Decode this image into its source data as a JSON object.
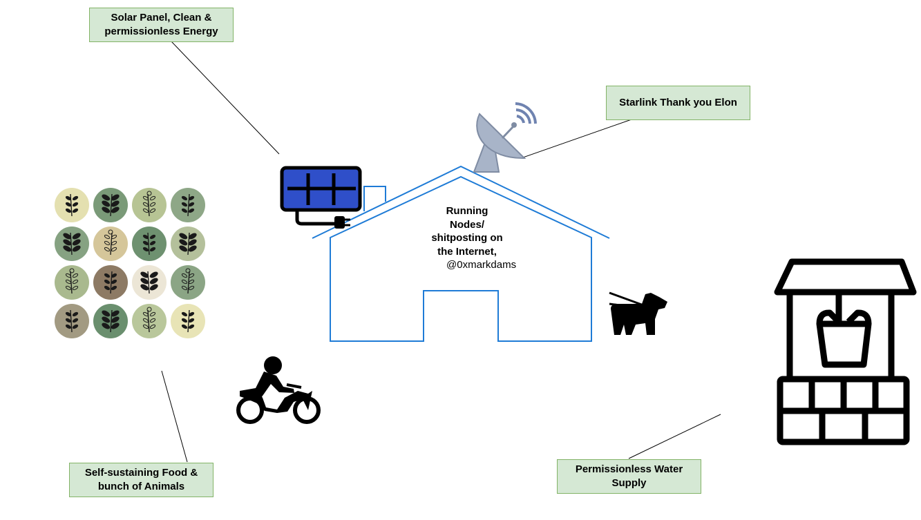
{
  "callouts": {
    "solar": "Solar Panel, Clean & permissionless Energy",
    "starlink": "Starlink Thank you Elon",
    "food": "Self-sustaining Food & bunch of Animals",
    "water": "Permissionless Water Supply"
  },
  "house": {
    "line1": "Running",
    "line2": "Nodes/",
    "line3": "shitposting on",
    "line4": "the Internet,",
    "handle": "@0xmarkdams"
  },
  "colors": {
    "callout_fill": "#d5e8d4",
    "callout_border": "#82b366",
    "house_stroke": "#1e7bd6",
    "solar_panel": "#2f4fc9",
    "dish": "#a8b4c8",
    "dish_stroke": "#7f8ca3",
    "signal": "#6f83b0"
  },
  "plant_tiles": [
    "#e4e0b0",
    "#7a9a78",
    "#b7c494",
    "#8ea787",
    "#86a282",
    "#d5c69a",
    "#6e9170",
    "#b4c09b",
    "#a9b98e",
    "#8d7a64",
    "#ece6d6",
    "#8ba585",
    "#a29a82",
    "#6a8f6e",
    "#b9c79b",
    "#e8e4b6"
  ],
  "icons": [
    "solar-panel-icon",
    "satellite-dish-icon",
    "dog-icon",
    "motorcycle-icon",
    "water-well-icon",
    "plant-tile-icon"
  ]
}
